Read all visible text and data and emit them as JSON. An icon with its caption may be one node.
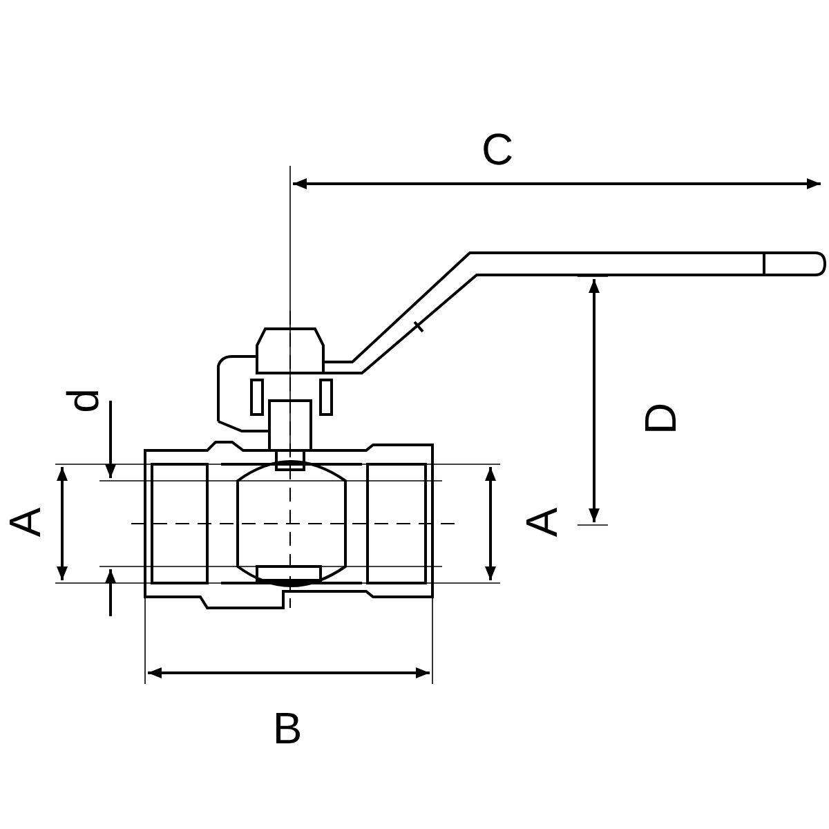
{
  "diagram": {
    "labels": [
      "C",
      "d",
      "D",
      "A",
      "A",
      "B"
    ]
  }
}
